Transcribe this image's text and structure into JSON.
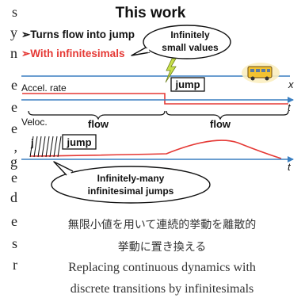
{
  "side_text": [
    "s",
    "y",
    "n",
    "e",
    "e",
    "e",
    ",",
    "g",
    "e",
    "d",
    "e",
    "s",
    "r"
  ],
  "title": "This work",
  "bullets": [
    "➢Turns flow into jump",
    "➢With infinitesimals"
  ],
  "callouts": {
    "infinitely_small": [
      "Infinitely",
      "small values"
    ],
    "infinitely_many": [
      "Infinitely-many",
      "infinitesimal jumps"
    ]
  },
  "diagram": {
    "x_label": "x",
    "t_label": "t",
    "accel_label": "Accel. rate",
    "veloc_label": "Veloc.",
    "jump_label": "jump",
    "flow_label": "flow",
    "j_label": "j",
    "colors": {
      "axis": "#3a7fc1",
      "curve": "#e53935",
      "text": "#111111",
      "bolt": "#c8e04a"
    }
  },
  "captions": {
    "jp_line1": "無限小値を用いて連続的挙動を離散的",
    "jp_line2": "挙動に置き換える",
    "en_line1": "Replacing continuous dynamics with",
    "en_line2": "discrete transitions by infinitesimals"
  }
}
